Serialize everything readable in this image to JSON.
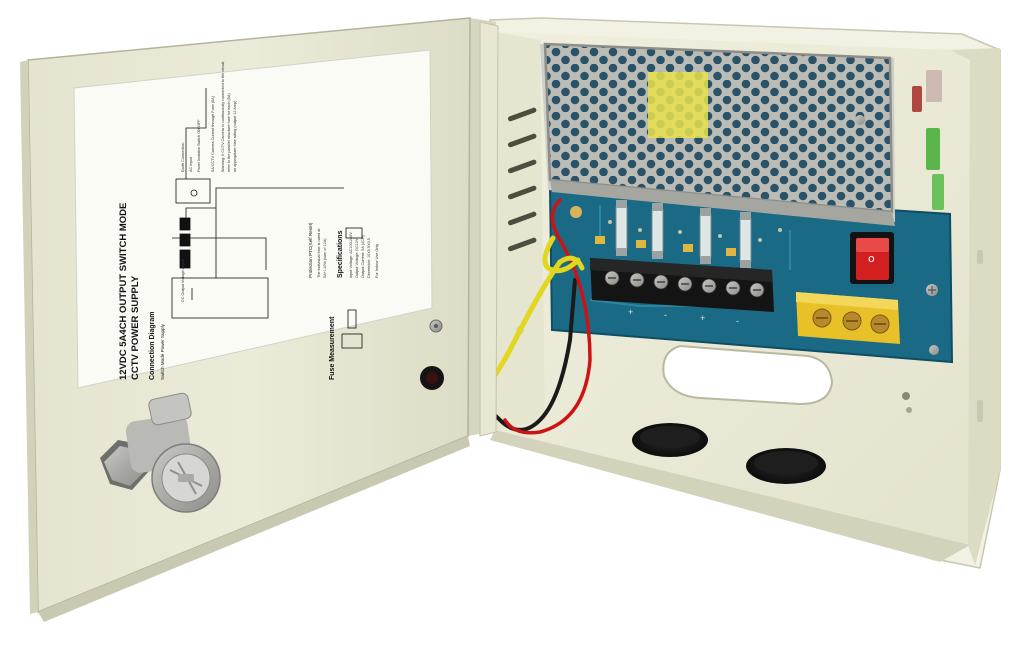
{
  "label": {
    "title": "12VDC   5A4CH OUTPUT SWITCH MODE",
    "subtitle": "CCTV POWER SUPPLY",
    "diagram_heading": "Connection Diagram",
    "psu_caption": "Switch Mode Power Supply",
    "earth": "Earth Connection",
    "ac_input": "AC Input",
    "panel_switch": "Panel Isolation Switch ON/OFF",
    "output_note": "5A/CCTV Camera Current through Fuse (5A)",
    "dc_output": "DC Output Voltage Adjust",
    "warning_lines": [
      "Warning: If CCTV Camera is continuously connected to the circuit,",
      "refer to the parallel structure fuse for each (5A)",
      "an appropriate fuse rating (output 12 Amp)"
    ],
    "fuse_heading": "Fuse Measurement",
    "protection_heading": "Protection    PTC(Self Reset)",
    "protection_lines": [
      "The individual fuse is rated at",
      "5A+/-10% (sum of 12A)"
    ],
    "spec_heading": "Specifications",
    "spec_lines": [
      "Input Voltage: AC100-240V",
      "Output Voltage: DC12V",
      "Output Current: 5A (4CH)",
      "Dimension: 10X5.5X0.5"
    ],
    "indoor_note": "For Indoor Use Only"
  },
  "switch": {
    "on_mark": "|",
    "off_mark": "o"
  },
  "colors": {
    "enclosure": "#ecebd8",
    "pcb": "#1a6a86",
    "rocker": "#d21f1f",
    "terminal_block": "#e8c027",
    "wire_earth": "#e1d71f",
    "wire_positive": "#cc1414"
  },
  "icons": {
    "lock": "cam-lock-icon",
    "ground": "earth-ground-icon"
  }
}
